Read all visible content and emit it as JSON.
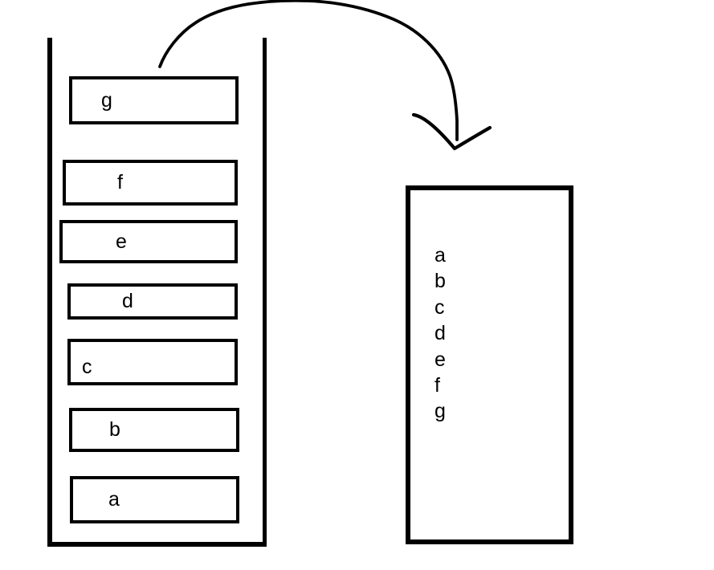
{
  "colors": {
    "ink": "#000000",
    "background": "#ffffff"
  },
  "stack": {
    "items": [
      "g",
      "f",
      "e",
      "d",
      "c",
      "b",
      "a"
    ]
  },
  "result_box": {
    "items": [
      "a",
      "b",
      "c",
      "d",
      "e",
      "f",
      "g"
    ]
  }
}
